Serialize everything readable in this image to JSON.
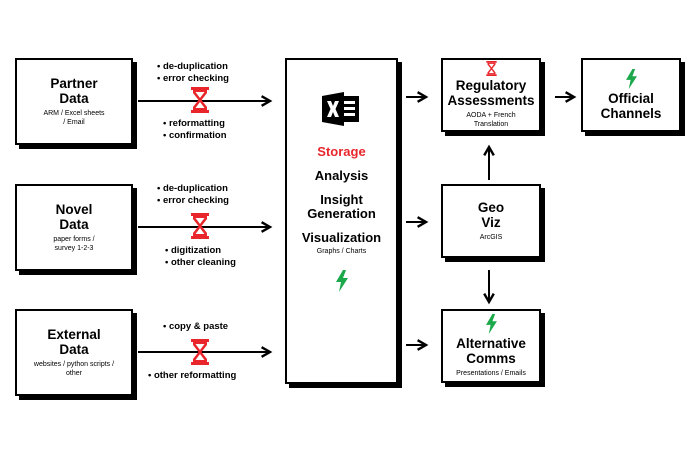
{
  "colors": {
    "accent_red": "#e8262b",
    "accent_green": "#1aa84a",
    "ink": "#000000"
  },
  "sources": [
    {
      "title": "Partner\nData",
      "subtitle": "ARM / Excel sheets\n/ Email"
    },
    {
      "title": "Novel\nData",
      "subtitle": "paper forms /\nsurvey 1-2-3"
    },
    {
      "title": "External\nData",
      "subtitle": "websites / python scripts /\nother"
    }
  ],
  "processes": [
    {
      "above": [
        "• de-duplication",
        "• error checking"
      ],
      "below": [
        "• reformatting",
        "• confirmation"
      ]
    },
    {
      "above": [
        "• de-duplication",
        "• error checking"
      ],
      "below": [
        "• digitization",
        "• other cleaning"
      ]
    },
    {
      "above": [
        "• copy & paste"
      ],
      "below": [
        "• other reformatting"
      ]
    }
  ],
  "center": {
    "icon": "excel-icon",
    "items": [
      "Storage",
      "Analysis",
      "Insight\nGeneration",
      "Visualization"
    ],
    "subtitle": "Graphs / Charts"
  },
  "outputs": {
    "regulatory": {
      "title": "Regulatory\nAssessments",
      "subtitle": "AODA + French\nTranslation"
    },
    "geoviz": {
      "title": "Geo\nViz",
      "subtitle": "ArcGIS"
    },
    "alternative": {
      "title": "Alternative\nComms",
      "subtitle": "Presentations / Emails"
    },
    "official": {
      "title": "Official\nChannels"
    }
  },
  "icons": {
    "hourglass": "hourglass-icon",
    "lightning": "lightning-icon"
  }
}
